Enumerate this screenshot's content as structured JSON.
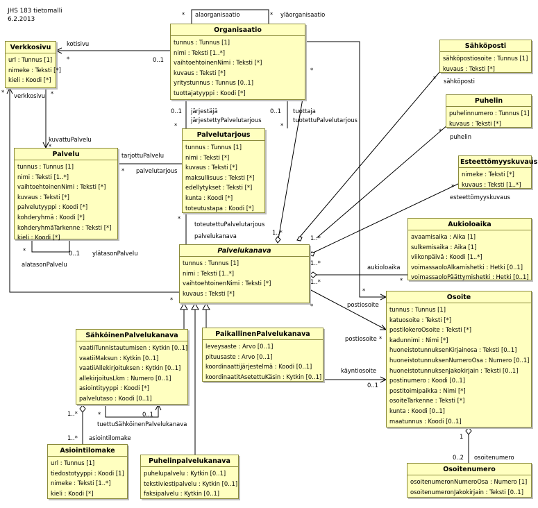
{
  "doc": {
    "title": "JHS 183 tietomalli",
    "date": "6.2.2013"
  },
  "classes": {
    "organisaatio": {
      "name": "Organisaatio",
      "attrs": [
        "tunnus : Tunnus [1]",
        "nimi : Teksti [1..*]",
        "vaihtoehtoinenNimi : Teksti [*]",
        "kuvaus : Teksti [*]",
        "yritystunnus : Tunnus [0..1]",
        "tuottajatyyppi : Koodi [*]"
      ]
    },
    "verkkosivu": {
      "name": "Verkkosivu",
      "attrs": [
        "url : Tunnus [1]",
        "nimeke : Teksti [*]",
        "kieli : Koodi [*]"
      ]
    },
    "sahkoposti": {
      "name": "Sähköposti",
      "attrs": [
        "sähköpostiosoite : Tunnus [1]",
        "kuvaus : Teksti [*]"
      ]
    },
    "puhelin": {
      "name": "Puhelin",
      "attrs": [
        "puhelinnumero : Tunnus [1]",
        "kuvaus : Teksti [*]"
      ]
    },
    "esteettomyyskuvaus": {
      "name": "Esteettömyyskuvaus",
      "attrs": [
        "nimeke : Teksti [*]",
        "kuvaus : Teksti [1..*]"
      ]
    },
    "palvelu": {
      "name": "Palvelu",
      "attrs": [
        "tunnus : Tunnus [1]",
        "nimi : Teksti [1..*]",
        "vaihtoehtoinenNimi : Teksti [*]",
        "kuvaus : Teksti [*]",
        "palvelutyyppi : Koodi [*]",
        "kohderyhmä : Koodi [*]",
        "kohderyhmäTarkenne : Teksti [*]",
        "kieli : Koodi [*]"
      ]
    },
    "palvelutarjous": {
      "name": "Palvelutarjous",
      "attrs": [
        "tunnus : Tunnus [1]",
        "nimi : Teksti [*]",
        "kuvaus : Teksti [*]",
        "maksullisuus : Teksti [*]",
        "edellytykset : Teksti [*]",
        "kunta : Koodi [*]",
        "toteutustapa : Koodi [*]"
      ]
    },
    "aukioloaika": {
      "name": "Aukioloaika",
      "attrs": [
        "avaamisaika : Aika [1]",
        "sulkemisaika : Aika [1]",
        "viikonpäivä : Koodi [1..*]",
        "voimassaoloAlkamishetki : Hetki [0..1]",
        "voimassaoloPäättymishetki : Hetki [0..1]"
      ]
    },
    "palvelukanava": {
      "name": "Palvelukanava",
      "attrs": [
        "tunnus : Tunnus [1]",
        "nimi : Teksti [1..*]",
        "vaihtoehtoinenNimi : Teksti [*]",
        "kuvaus : Teksti [*]"
      ]
    },
    "osoite": {
      "name": "Osoite",
      "attrs": [
        "tunnus : Tunnus [1]",
        "katuosoite : Teksti [*]",
        "postilokeroOsoite : Teksti [*]",
        "kadunnimi : Nimi [*]",
        "huoneistotunnuksenKirjainosa : Teksti [0..1]",
        "huoneistotunnuksenNumeroOsa : Numero [0..1]",
        "huoneistotunnuksenJakokirjain : Teksti [0..1]",
        "postinumero : Koodi [0..1]",
        "postitoimipaikka : Nimi [*]",
        "osoiteTarkenne : Teksti [*]",
        "kunta : Koodi [0..1]",
        "maatunnus : Koodi [0..1]"
      ]
    },
    "sahkoinenpalvelukanava": {
      "name": "SähköinenPalvelukanava",
      "attrs": [
        "vaatiiTunnistautumisen : Kytkin [0..1]",
        "vaatiiMaksun : Kytkin [0..1]",
        "vaatiiAllekirjoituksen : Kytkin [0..1]",
        "allekirjoitusLkm : Numero [0..1]",
        "asiointityyppi : Koodi [*]",
        "palvelutaso : Koodi [0..1]"
      ]
    },
    "paikallinenpalvelukanava": {
      "name": "PaikallinenPalvelukanava",
      "attrs": [
        "leveysaste : Arvo [0..1]",
        "pituusaste : Arvo [0..1]",
        "koordinaattijärjestelmä : Koodi [0..1]",
        "koordinaatitAsetettuKäsin : Kytkin [0..1]"
      ]
    },
    "asiointilomake": {
      "name": "Asiointilomake",
      "attrs": [
        "url : Tunnus [1]",
        "tiedostotyyppi : Koodi [1]",
        "nimeke : Teksti [1..*]",
        "kieli : Koodi [*]"
      ]
    },
    "puhelinpalvelukanava": {
      "name": "Puhelinpalvelukanava",
      "attrs": [
        "puhelupalvelu : Kytkin [0..1]",
        "tekstiviestipalvelu : Kytkin [0..1]",
        "faksipalvelu : Kytkin [0..1]"
      ]
    },
    "osoitenumero": {
      "name": "Osoitenumero",
      "attrs": [
        "osoitenumeronNumeroOsa : Numero [1]",
        "osoitenumeronJakokirjain : Teksti [0..1]"
      ]
    }
  },
  "labels": [
    "*",
    "alaorganisaatio",
    "*",
    "yläorganisaatio",
    "kotisivu",
    "*",
    "0..1",
    "*",
    "*",
    "verkkosivu",
    "*",
    "kuvattuPalvelu",
    "*",
    "tarjottuPalvelu",
    "*",
    "palvelutarjous",
    "0..1",
    "järjestäjä",
    "järjestettyPalvelutarjous",
    "*",
    "0..1",
    "tuottaja",
    "tuotettuPalvelutarjous",
    "*",
    "*",
    "sähköposti",
    "*",
    "puhelin",
    "*",
    "esteettömyyskuvaus",
    "*",
    "0..1",
    "ylätasonPalvelu",
    "alatasonPalvelu",
    "*",
    "toteutettuPalvelutarjous",
    "palvelukanava",
    "1..*",
    "1..*",
    "1..*",
    "1..*",
    "aukioloaika",
    "*",
    "*",
    "postiosoite",
    "*",
    "postiosoite",
    "*",
    "käyntiosoite",
    "0..1",
    "1..*",
    "*",
    "0..1",
    "tuettuSähköinenPalvelukanava",
    "1..*",
    "asiointilomake",
    "1",
    "0..2",
    "osoitenumero",
    "*"
  ]
}
